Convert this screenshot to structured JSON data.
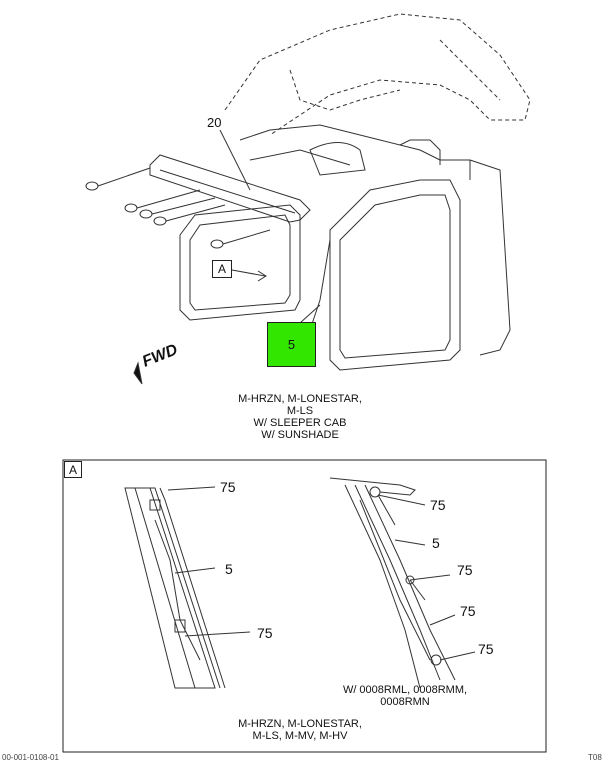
{
  "callouts": {
    "part_20": "20",
    "detail_ref": "A",
    "part_5_highlight": "5",
    "highlight_color": "#33e600"
  },
  "fwd_label": "FWD",
  "main_caption": {
    "line1": "M-HRZN, M-LONESTAR,",
    "line2": "M-LS",
    "line3": "W/ SLEEPER CAB",
    "line4": "W/ SUNSHADE"
  },
  "detail": {
    "title": "A",
    "left": {
      "c75_top": "75",
      "c5": "5",
      "c75_bottom": "75"
    },
    "right": {
      "c75_a": "75",
      "c5": "5",
      "c75_b": "75",
      "c75_c": "75",
      "c75_d": "75",
      "note_line1": "W/ 0008RML, 0008RMM,",
      "note_line2": "0008RMN"
    },
    "caption_line1": "M-HRZN, M-LONESTAR,",
    "caption_line2": "M-LS, M-MV, M-HV"
  },
  "footer": {
    "left": "00-001-0108-01",
    "right": "T08"
  }
}
